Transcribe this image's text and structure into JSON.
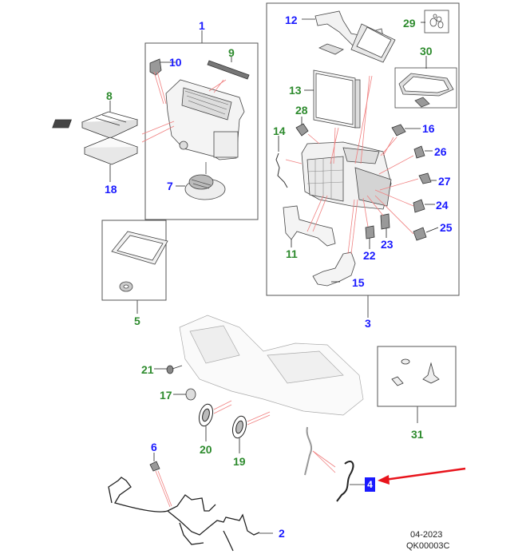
{
  "diagram": {
    "title": "Heater and air conditioning assembly exploded view",
    "groups": [
      {
        "id": "group-1",
        "label": "1",
        "contains": [
          "7",
          "9",
          "10"
        ]
      },
      {
        "id": "group-5",
        "label": "5",
        "contains": []
      },
      {
        "id": "group-3",
        "label": "3",
        "contains": [
          "11",
          "12",
          "13",
          "14",
          "15",
          "16",
          "22",
          "23",
          "24",
          "25",
          "26",
          "27",
          "28",
          "29",
          "30"
        ]
      },
      {
        "id": "group-31",
        "label": "31",
        "contains": []
      }
    ],
    "callouts": [
      {
        "id": "1",
        "color": "blue"
      },
      {
        "id": "2",
        "color": "blue"
      },
      {
        "id": "3",
        "color": "blue"
      },
      {
        "id": "4",
        "color": "blue",
        "highlighted": true
      },
      {
        "id": "5",
        "color": "green"
      },
      {
        "id": "6",
        "color": "blue"
      },
      {
        "id": "7",
        "color": "blue"
      },
      {
        "id": "8",
        "color": "green"
      },
      {
        "id": "9",
        "color": "green"
      },
      {
        "id": "10",
        "color": "blue"
      },
      {
        "id": "11",
        "color": "green"
      },
      {
        "id": "12",
        "color": "blue"
      },
      {
        "id": "13",
        "color": "green"
      },
      {
        "id": "14",
        "color": "green"
      },
      {
        "id": "15",
        "color": "blue"
      },
      {
        "id": "16",
        "color": "blue"
      },
      {
        "id": "17",
        "color": "green"
      },
      {
        "id": "18",
        "color": "blue"
      },
      {
        "id": "19",
        "color": "green"
      },
      {
        "id": "20",
        "color": "green"
      },
      {
        "id": "21",
        "color": "green"
      },
      {
        "id": "22",
        "color": "blue"
      },
      {
        "id": "23",
        "color": "blue"
      },
      {
        "id": "24",
        "color": "blue"
      },
      {
        "id": "25",
        "color": "blue"
      },
      {
        "id": "26",
        "color": "blue"
      },
      {
        "id": "27",
        "color": "blue"
      },
      {
        "id": "28",
        "color": "green"
      },
      {
        "id": "29",
        "color": "green"
      },
      {
        "id": "30",
        "color": "green"
      },
      {
        "id": "31",
        "color": "green"
      }
    ],
    "highlight": {
      "label": "4",
      "arrow_color": "#e8141c"
    },
    "colors": {
      "blue": "#1a1aff",
      "green": "#2e8b2e",
      "leader_red": "#f08080",
      "line": "#555555"
    }
  },
  "footer": {
    "date": "04-2023",
    "code": "QK00003C"
  }
}
